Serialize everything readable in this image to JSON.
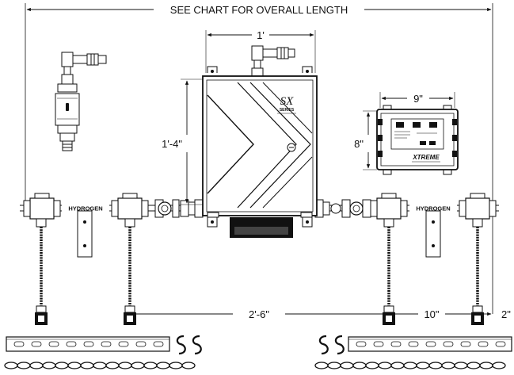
{
  "dimensions": {
    "overall": "SEE CHART FOR OVERALL LENGTH",
    "cabinet_width": "1'",
    "cabinet_height": "1'-4\"",
    "alarm_width": "9\"",
    "alarm_height": "8\"",
    "drop_span": "2'-6\"",
    "drop_spacing": "10\"",
    "drop_offset": "2\""
  },
  "header_labels": {
    "left": "HYDROGEN",
    "right": "HYDROGEN"
  },
  "cabinet_logo": {
    "mark": "SX",
    "text": "SERIES"
  },
  "alarm_logo": "XTREME"
}
